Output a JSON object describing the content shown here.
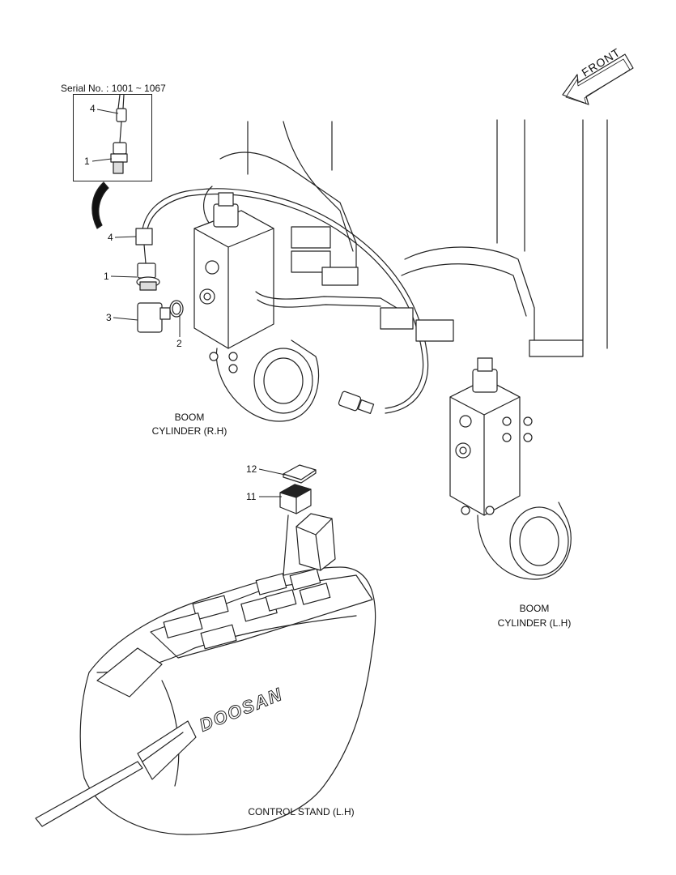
{
  "serial_note": "Serial No. : 1001 ~ 1067",
  "front_label": "FRONT",
  "brand_text": "DOOSAN",
  "sections": {
    "boom_rh": [
      "BOOM",
      "CYLINDER (R.H)"
    ],
    "boom_lh": [
      "BOOM",
      "CYLINDER (L.H)"
    ],
    "control_stand": "CONTROL STAND (L.H)"
  },
  "callouts": {
    "inset_4": "4",
    "inset_1": "1",
    "main_4": "4",
    "main_1": "1",
    "main_3": "3",
    "main_2": "2",
    "part_12": "12",
    "part_11": "11"
  }
}
